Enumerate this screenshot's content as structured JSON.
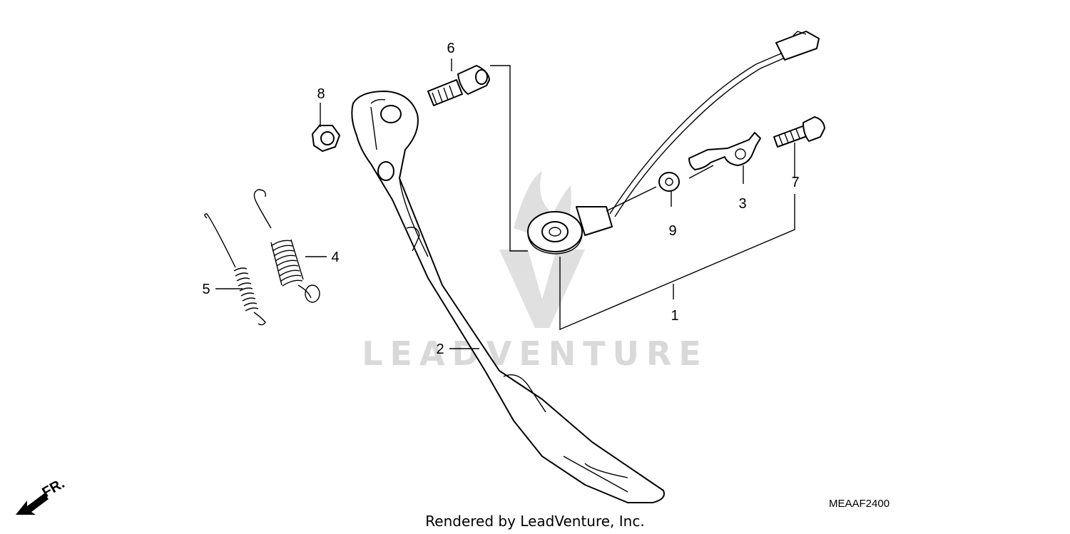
{
  "callouts": {
    "c1": "1",
    "c2": "2",
    "c3": "3",
    "c4": "4",
    "c5": "5",
    "c6": "6",
    "c7": "7",
    "c8": "8",
    "c9": "9"
  },
  "watermark": "LEADVENTURE",
  "diagram_code": "MEAAF2400",
  "credit": "Rendered by LeadVenture, Inc.",
  "direction_label": "FR."
}
